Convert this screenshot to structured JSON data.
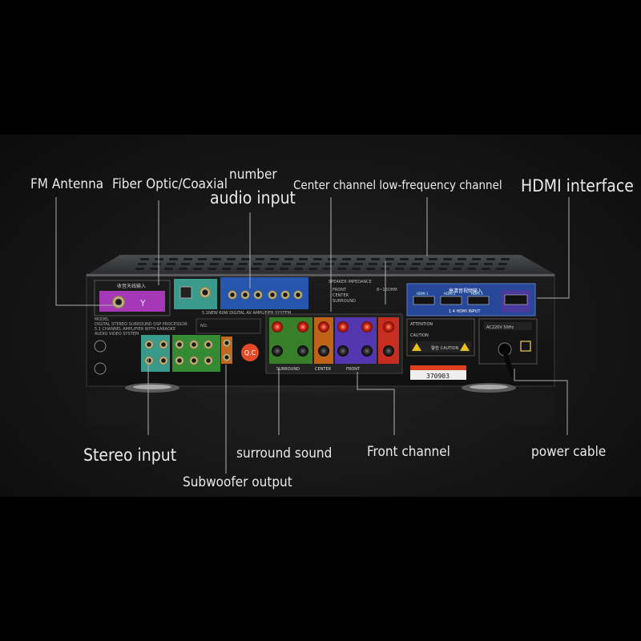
{
  "labels": {
    "fm_antenna": "FM Antenna",
    "fiber_optic_coaxial": "Fiber Optic/Coaxial",
    "number": "number",
    "audio_input": "audio input",
    "center_lfe": "Center channel low-frequency channel",
    "hdmi": "HDMI interface",
    "stereo_input": "Stereo input",
    "surround_sound": "surround sound",
    "front_channel": "Front channel",
    "power_cable": "power cable",
    "subwoofer_output": "Subwoofer output"
  },
  "panel_text": {
    "fm_title": "收音天线输入",
    "model_line1": "MODEL",
    "model_line2": "DIGITAL STEREO SURROUND DSP PROCESSOR",
    "model_line3": "5.1 CHANNEL AMPLIFIER WITH KARAOKE",
    "model_line4": "AUDIO VIDEO SYSTEM",
    "no_label": "NO.",
    "system_banner": "5.1NEW 60W DIGITAL AV AMPLIFIER SYSTEM",
    "speaker_impedance": "SPEAKER IMPEDANCE",
    "imp_front": "FRONT",
    "imp_center": "CENTER",
    "imp_surround": "SURROUND",
    "ohm": "8~16OHM",
    "terminal_surround": "SURROUND",
    "terminal_center": "CENTER",
    "terminal_front": "FRONT",
    "hdmi_title": "高清音视频输入",
    "hdmi_input": "1.4 HDMI INPUT",
    "hdmi1": "HDMI 1",
    "hdmi2": "HDMI 2",
    "hdmi3": "HDMI 3",
    "attention": "ATTENTION",
    "caution": "CAUTION",
    "caution_cn": "警告 CAUTION",
    "ac_power": "AC220V 50Hz",
    "serial": "370903",
    "qc_badge": "Q.C"
  },
  "colors": {
    "background": "#000000",
    "label_text": "#eaeaea",
    "leader_line": "#b0b0b0",
    "purple_window": "#b43cc8",
    "optical_panel": "#3fb0a0",
    "blue_panel": "#2860c8",
    "green_panel": "#3aa03a",
    "orange_panel": "#e07820",
    "red_panel": "#e03030",
    "purple_panel": "#6a3cc8"
  }
}
